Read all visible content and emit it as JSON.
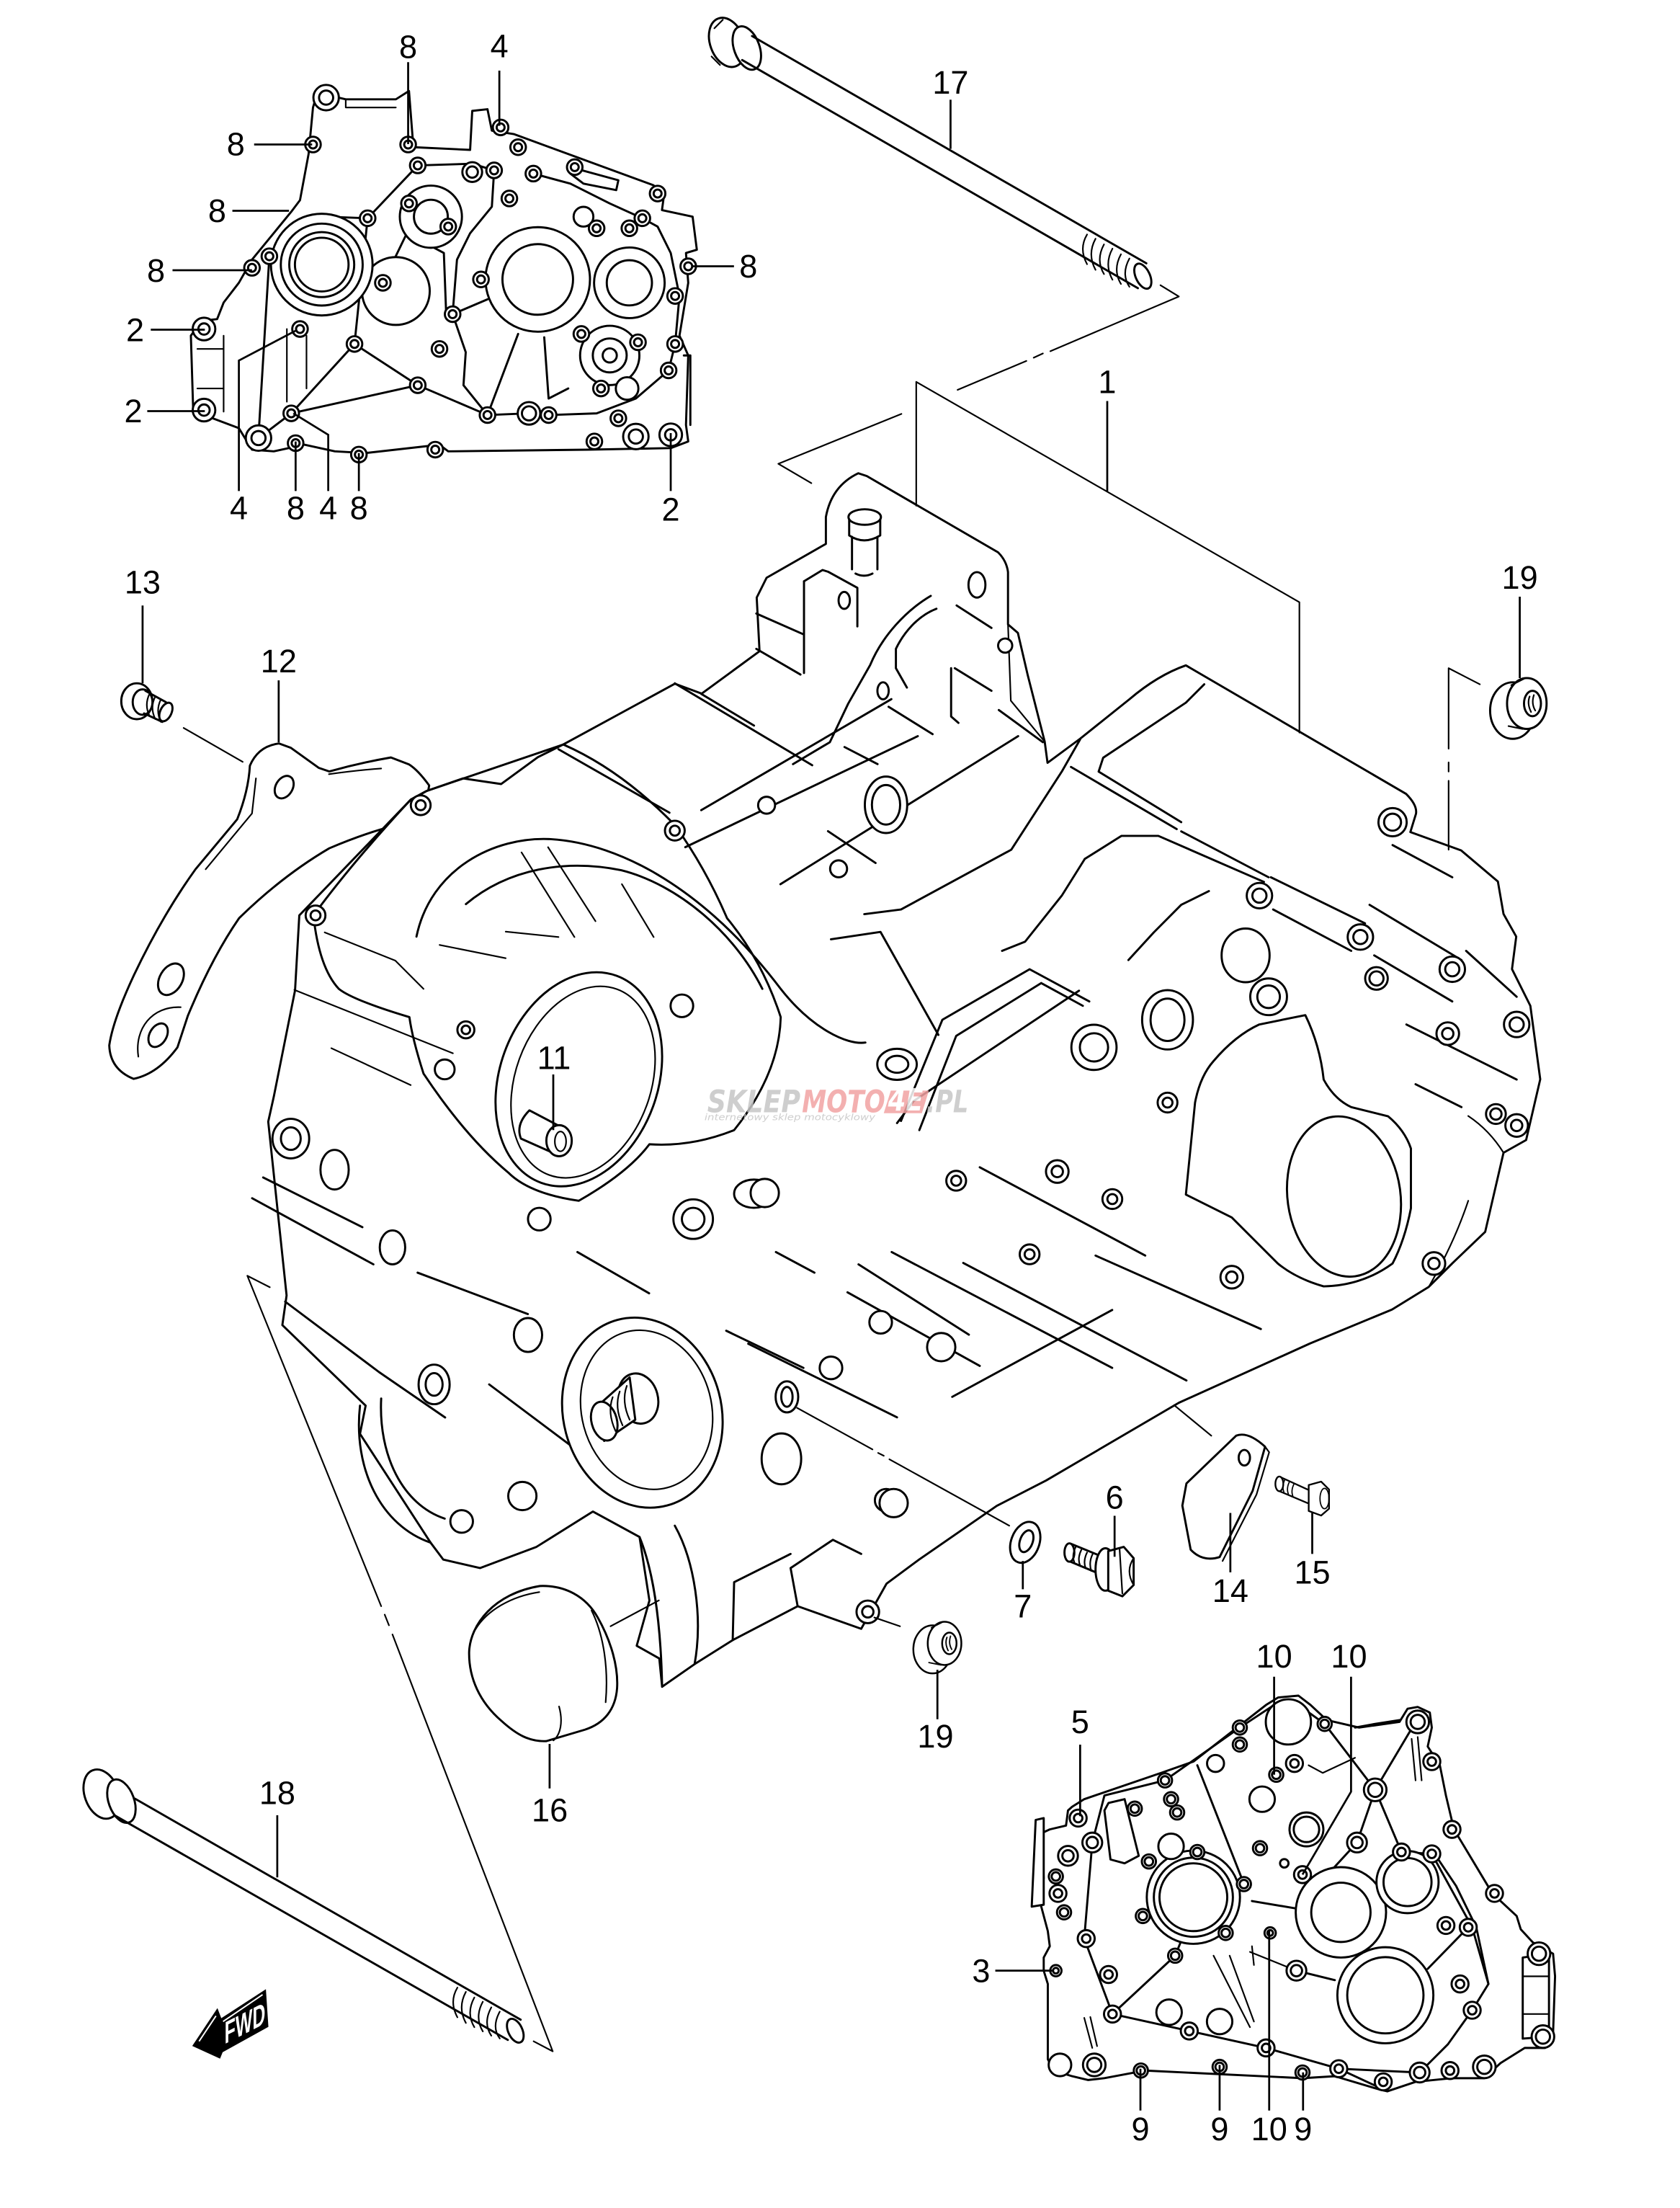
{
  "callouts": {
    "inset_top": [
      {
        "label": "8"
      },
      {
        "label": "4"
      },
      {
        "label": "8"
      },
      {
        "label": "8"
      },
      {
        "label": "8"
      },
      {
        "label": "8"
      },
      {
        "label": "2"
      },
      {
        "label": "2"
      },
      {
        "label": "4"
      },
      {
        "label": "8"
      },
      {
        "label": "4"
      },
      {
        "label": "8"
      },
      {
        "label": "2"
      }
    ],
    "main": [
      {
        "label": "17"
      },
      {
        "label": "1"
      },
      {
        "label": "19"
      },
      {
        "label": "13"
      },
      {
        "label": "12"
      },
      {
        "label": "11"
      },
      {
        "label": "6"
      },
      {
        "label": "7"
      },
      {
        "label": "14"
      },
      {
        "label": "15"
      },
      {
        "label": "19"
      },
      {
        "label": "16"
      },
      {
        "label": "18"
      }
    ],
    "inset_bottom": [
      {
        "label": "10"
      },
      {
        "label": "10"
      },
      {
        "label": "5"
      },
      {
        "label": "3"
      },
      {
        "label": "9"
      },
      {
        "label": "9"
      },
      {
        "label": "10"
      },
      {
        "label": "9"
      }
    ]
  },
  "part_numbers_shown": [
    "1",
    "2",
    "3",
    "4",
    "5",
    "6",
    "7",
    "8",
    "9",
    "10",
    "11",
    "12",
    "13",
    "14",
    "15",
    "16",
    "17",
    "18",
    "19"
  ],
  "direction_indicator": {
    "label": "FWD",
    "icon": "arrow-down-left"
  },
  "watermark": {
    "part1": "SKLEP",
    "part2": "MOTO",
    "badge": "4E",
    "part3": ".PL",
    "tagline": "internetowy sklep motocyklowy"
  },
  "colors": {
    "line": "#000000",
    "background": "#ffffff",
    "watermark_gray": "#c6c6c6",
    "watermark_red": "#f2a3a3"
  }
}
